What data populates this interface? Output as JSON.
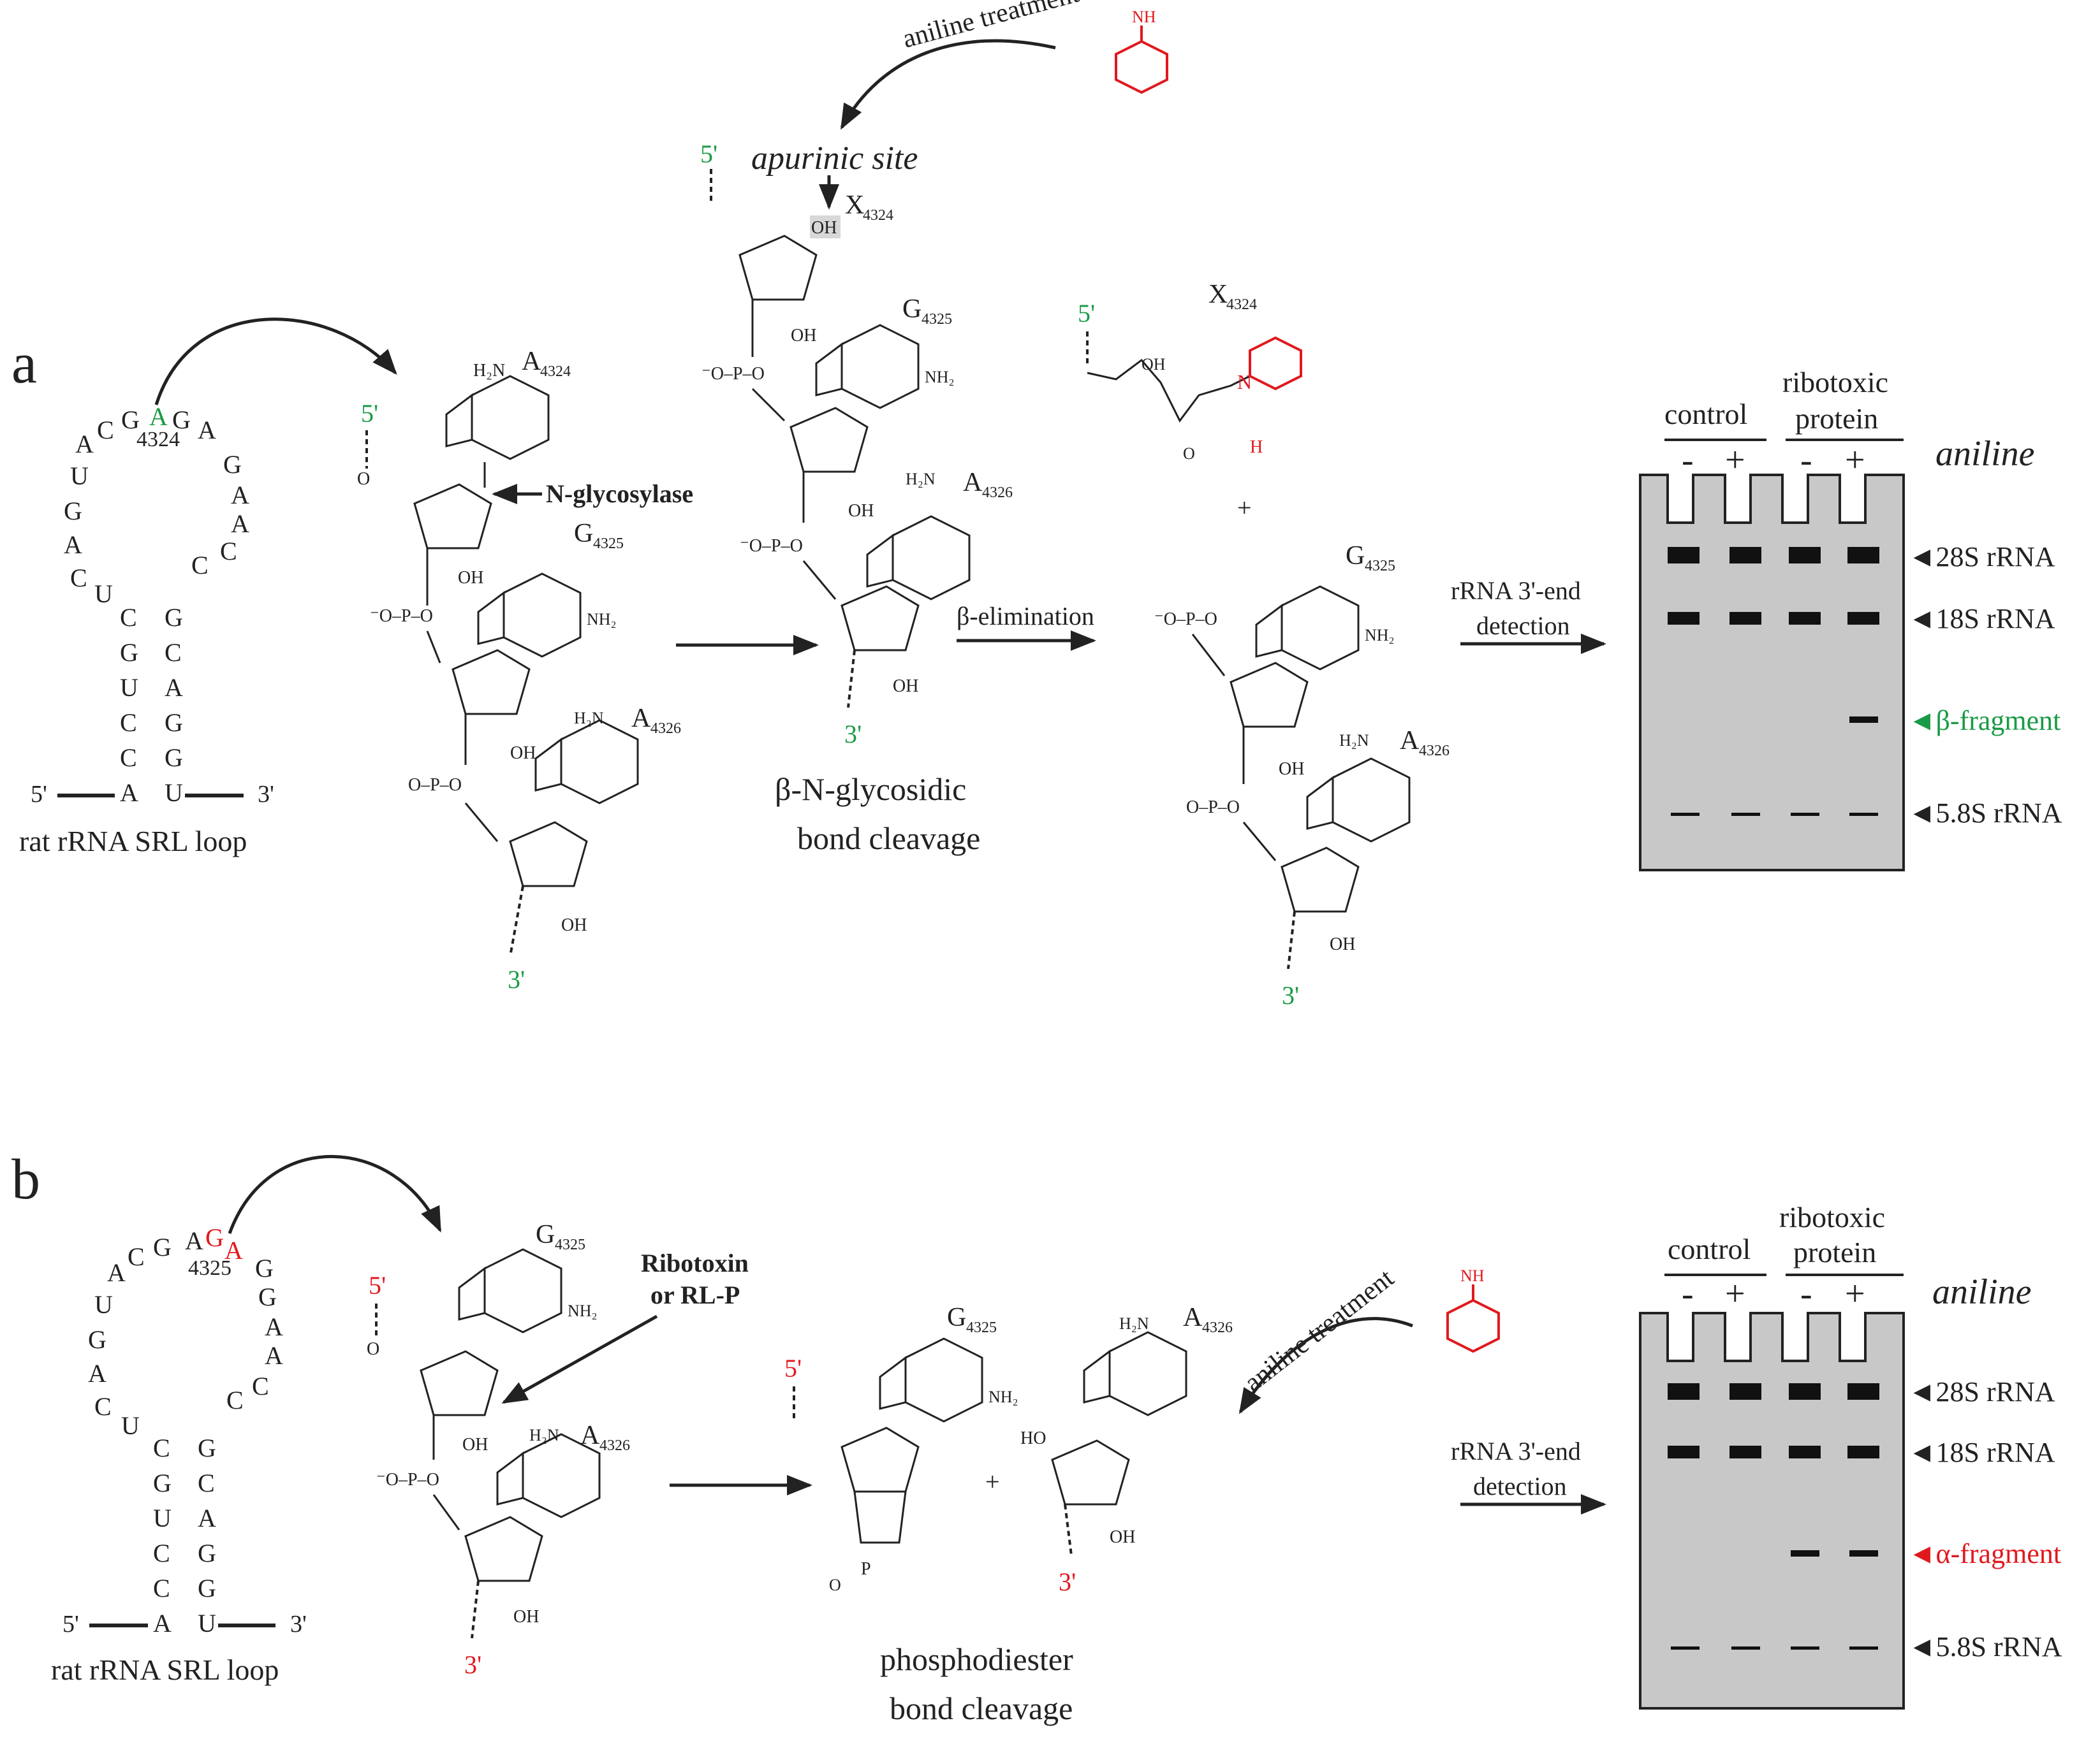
{
  "panels": {
    "a": {
      "letter": "a",
      "loop": {
        "left_strand": [
          "U",
          "G",
          "A",
          "C",
          "U"
        ],
        "top_left": [
          "A",
          "C",
          "G"
        ],
        "mod_base": "A",
        "mod_pos": "4324",
        "top_right": [
          "G",
          "A"
        ],
        "right_strand": [
          "G",
          "A",
          "A",
          "C",
          "C"
        ],
        "stem_left": [
          "C",
          "G",
          "U",
          "C",
          "C",
          "A"
        ],
        "stem_right": [
          "G",
          "C",
          "A",
          "G",
          "G",
          "U"
        ],
        "end5": "5'",
        "end3": "3'",
        "caption": "rat rRNA SRL loop"
      },
      "mol1": {
        "five": "5'",
        "three": "3'",
        "A4324": "A",
        "A4324_sub": "4324",
        "G4325": "G",
        "G4325_sub": "4325",
        "A4326": "A",
        "A4326_sub": "4326",
        "enzyme": "N-glycosylase"
      },
      "mol2": {
        "five": "5'",
        "three": "3'",
        "site": "apurinic site",
        "X": "X",
        "X_sub": "4324",
        "oh": "OH",
        "G": "G",
        "G_sub": "4325",
        "A": "A",
        "A_sub": "4326",
        "caption1": "β-N-glycosidic",
        "caption2": "bond cleavage"
      },
      "aniline_treatment": "aniline treatment",
      "nh2": "NH",
      "beta_elim": "β-elimination",
      "mol3": {
        "five": "5'",
        "three": "3'",
        "X": "X",
        "X_sub": "4324",
        "plus": "+",
        "nplus": "N",
        "h": "H",
        "G": "G",
        "G_sub": "4325",
        "A": "A",
        "A_sub": "4326"
      },
      "detect1": "rRNA 3'-end",
      "detect2": "detection",
      "gel": {
        "control": "control",
        "ribotoxic1": "ribotoxic",
        "ribotoxic2": "protein",
        "aniline": "aniline",
        "signs": [
          "-",
          "+",
          "-",
          "+"
        ],
        "bands": [
          "◄28S rRNA",
          "◄18S rRNA",
          "◄β-fragment",
          "◄5.8S rRNA"
        ]
      }
    },
    "b": {
      "letter": "b",
      "loop": {
        "left_strand": [
          "U",
          "G",
          "A",
          "C",
          "U"
        ],
        "top_left": [
          "A",
          "C",
          "G",
          "A"
        ],
        "mod_base1": "G",
        "mod_base2": "A",
        "mod_pos": "4325",
        "top_right": [
          "G"
        ],
        "right_strand": [
          "G",
          "A",
          "A",
          "C",
          "C"
        ],
        "stem_left": [
          "C",
          "G",
          "U",
          "C",
          "C",
          "A"
        ],
        "stem_right": [
          "G",
          "C",
          "A",
          "G",
          "G",
          "U"
        ],
        "end5": "5'",
        "end3": "3'",
        "caption": "rat rRNA SRL loop"
      },
      "ribotoxin1": "Ribotoxin",
      "ribotoxin2": "or RL-P",
      "mol1": {
        "five": "5'",
        "three": "3'",
        "G": "G",
        "G_sub": "4325",
        "A": "A",
        "A_sub": "4326"
      },
      "mol2": {
        "five": "5'",
        "three": "3'",
        "G": "G",
        "G_sub": "4325",
        "A": "A",
        "A_sub": "4326",
        "plus": "+",
        "caption1": "phosphodiester",
        "caption2": "bond cleavage"
      },
      "aniline_treatment": "aniline treatment",
      "nh2": "NH",
      "detect1": "rRNA 3'-end",
      "detect2": "detection",
      "gel": {
        "control": "control",
        "ribotoxic1": "ribotoxic",
        "ribotoxic2": "protein",
        "aniline": "aniline",
        "signs": [
          "-",
          "+",
          "-",
          "+"
        ],
        "bands": [
          "◄28S rRNA",
          "◄18S rRNA",
          "◄α-fragment",
          "◄5.8S rRNA"
        ]
      }
    }
  },
  "colors": {
    "green": "#1a9a45",
    "red": "#e0191e",
    "gel": "#c8c8c8",
    "ink": "#222222"
  }
}
